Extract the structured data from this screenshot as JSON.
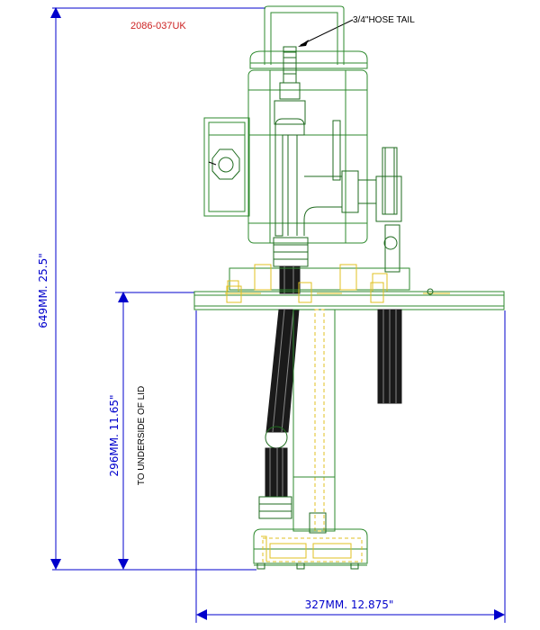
{
  "drawing": {
    "reference_code": "2086-037UK",
    "callout_label": "3/4\"HOSE TAIL",
    "dim_overall_height": "649MM. 25.5\"",
    "dim_lid_height": "296MM. 11.65\"",
    "dim_lid_note": "TO UNDERSIDE OF LID",
    "dim_width": "327MM. 12.875\"",
    "colors": {
      "outline": "#2d8a2d",
      "dark_outline": "#1f6b1f",
      "hidden_lines": "#e0c020",
      "dimension": "#0000cc",
      "reference": "#cc2222",
      "leader": "#000000"
    }
  }
}
